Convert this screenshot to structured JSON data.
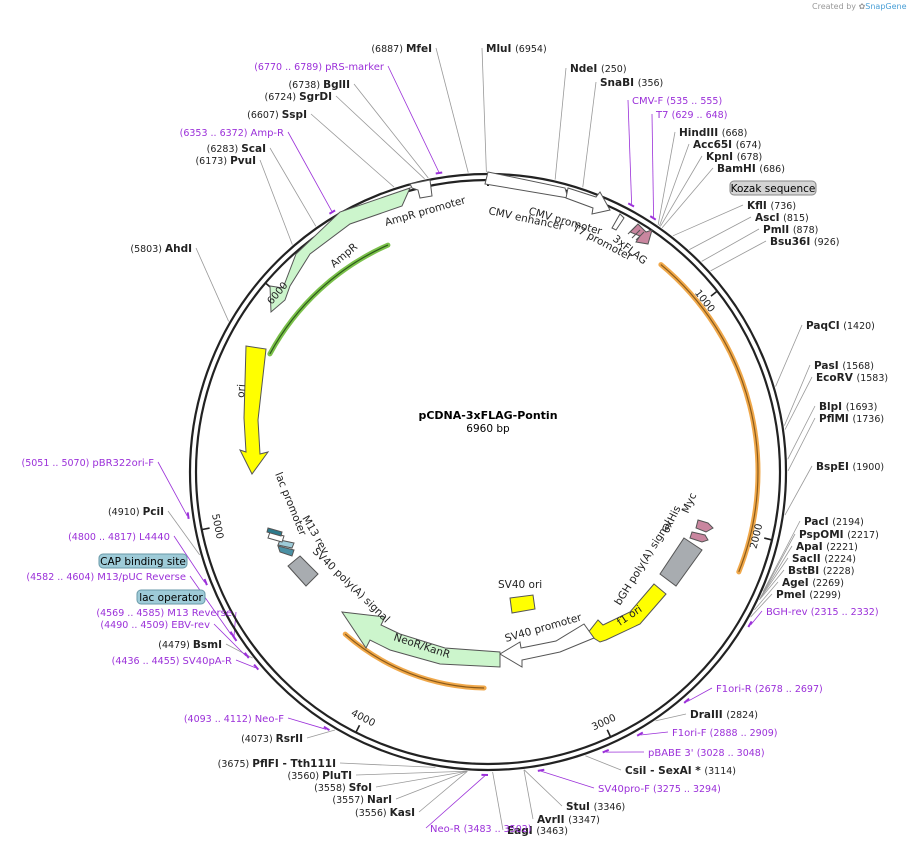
{
  "credit": {
    "prefix": "Created by",
    "brand": "SnapGene"
  },
  "plasmid": {
    "name": "pCDNA-3xFLAG-Pontin",
    "size": "6960 bp",
    "total": 6960
  },
  "ticks": [
    "1000",
    "2000",
    "3000",
    "4000",
    "5000",
    "6000"
  ],
  "features": [
    {
      "name": "CMV enhancer",
      "color": "#ffffff"
    },
    {
      "name": "CMV promoter",
      "color": "#ffffff"
    },
    {
      "name": "T7 promoter",
      "color": "#ffffff"
    },
    {
      "name": "3xFLAG",
      "color": "#c9869f"
    },
    {
      "name": "Kozak sequence",
      "color": "#d0d0d0"
    },
    {
      "name": "bGH poly(A) signal",
      "color": "#a8acb0"
    },
    {
      "name": "Myc",
      "color": "#c9869f"
    },
    {
      "name": "6xHis",
      "color": "#c9869f"
    },
    {
      "name": "f1 ori",
      "color": "#ffff00"
    },
    {
      "name": "SV40 promoter",
      "color": "#ffffff"
    },
    {
      "name": "SV40 ori",
      "color": "#ffff00"
    },
    {
      "name": "NeoR/KanR",
      "color": "#ccf5cc"
    },
    {
      "name": "SV40 poly(A) signal",
      "color": "#a8acb0"
    },
    {
      "name": "M13 rev",
      "color": "#4a90a4"
    },
    {
      "name": "lac promoter",
      "color": "#ffffff"
    },
    {
      "name": "lac operator",
      "color": "#9ecbd8"
    },
    {
      "name": "CAP binding site",
      "color": "#9ecbd8"
    },
    {
      "name": "ori",
      "color": "#ffff00"
    },
    {
      "name": "AmpR",
      "color": "#ccf5cc"
    },
    {
      "name": "AmpR promoter",
      "color": "#ffffff"
    }
  ],
  "sites": [
    {
      "name": "MfeI",
      "pos": "(6887)"
    },
    {
      "name": "MluI",
      "pos": "(6954)"
    },
    {
      "name": "NdeI",
      "pos": "(250)"
    },
    {
      "name": "SnaBI",
      "pos": "(356)"
    },
    {
      "name": "HindIII",
      "pos": "(668)"
    },
    {
      "name": "Acc65I",
      "pos": "(674)"
    },
    {
      "name": "KpnI",
      "pos": "(678)"
    },
    {
      "name": "BamHI",
      "pos": "(686)"
    },
    {
      "name": "KflI",
      "pos": "(736)"
    },
    {
      "name": "AscI",
      "pos": "(815)"
    },
    {
      "name": "PmlI",
      "pos": "(878)"
    },
    {
      "name": "Bsu36I",
      "pos": "(926)"
    },
    {
      "name": "PaqCI",
      "pos": "(1420)"
    },
    {
      "name": "PasI",
      "pos": "(1568)"
    },
    {
      "name": "EcoRV",
      "pos": "(1583)"
    },
    {
      "name": "BlpI",
      "pos": "(1693)"
    },
    {
      "name": "PflMI",
      "pos": "(1736)"
    },
    {
      "name": "BspEI",
      "pos": "(1900)"
    },
    {
      "name": "PacI",
      "pos": "(2194)"
    },
    {
      "name": "PspOMI",
      "pos": "(2217)"
    },
    {
      "name": "ApaI",
      "pos": "(2221)"
    },
    {
      "name": "SacII",
      "pos": "(2224)"
    },
    {
      "name": "BstBI",
      "pos": "(2228)"
    },
    {
      "name": "AgeI",
      "pos": "(2269)"
    },
    {
      "name": "PmeI",
      "pos": "(2299)"
    },
    {
      "name": "DraIII",
      "pos": "(2824)"
    },
    {
      "name": "CsiI - SexAI *",
      "pos": "(3114)"
    },
    {
      "name": "StuI",
      "pos": "(3346)"
    },
    {
      "name": "AvrII",
      "pos": "(3347)"
    },
    {
      "name": "EagI",
      "pos": "(3463)"
    },
    {
      "name": "KasI",
      "pos": "(3556)"
    },
    {
      "name": "NarI",
      "pos": "(3557)"
    },
    {
      "name": "SfoI",
      "pos": "(3558)"
    },
    {
      "name": "PluTI",
      "pos": "(3560)"
    },
    {
      "name": "PflFI - Tth111I",
      "pos": "(3675)"
    },
    {
      "name": "RsrII",
      "pos": "(4073)"
    },
    {
      "name": "BsmI",
      "pos": "(4479)"
    },
    {
      "name": "PciI",
      "pos": "(4910)"
    },
    {
      "name": "AhdI",
      "pos": "(5803)"
    },
    {
      "name": "PvuI",
      "pos": "(6173)"
    },
    {
      "name": "ScaI",
      "pos": "(6283)"
    },
    {
      "name": "SspI",
      "pos": "(6607)"
    },
    {
      "name": "SgrDI",
      "pos": "(6724)"
    },
    {
      "name": "BglII",
      "pos": "(6738)"
    }
  ],
  "primers": [
    {
      "name": "pRS-marker",
      "pos": "(6770 .. 6789)"
    },
    {
      "name": "Amp-R",
      "pos": "(6353 .. 6372)"
    },
    {
      "name": "CMV-F",
      "pos": "(535 .. 555)"
    },
    {
      "name": "T7",
      "pos": "(629 .. 648)"
    },
    {
      "name": "BGH-rev",
      "pos": "(2315 .. 2332)"
    },
    {
      "name": "F1ori-R",
      "pos": "(2678 .. 2697)"
    },
    {
      "name": "F1ori-F",
      "pos": "(2888 .. 2909)"
    },
    {
      "name": "pBABE 3'",
      "pos": "(3028 .. 3048)"
    },
    {
      "name": "SV40pro-F",
      "pos": "(3275 .. 3294)"
    },
    {
      "name": "Neo-R",
      "pos": "(3483 .. 3502)"
    },
    {
      "name": "Neo-F",
      "pos": "(4093 .. 4112)"
    },
    {
      "name": "SV40pA-R",
      "pos": "(4436 .. 4455)"
    },
    {
      "name": "EBV-rev",
      "pos": "(4490 .. 4509)"
    },
    {
      "name": "M13 Reverse",
      "pos": "(4569 .. 4585)"
    },
    {
      "name": "M13/pUC Reverse",
      "pos": "(4582 .. 4604)"
    },
    {
      "name": "L4440",
      "pos": "(4800 .. 4817)"
    },
    {
      "name": "pBR322ori-F",
      "pos": "(5051 .. 5070)"
    }
  ]
}
